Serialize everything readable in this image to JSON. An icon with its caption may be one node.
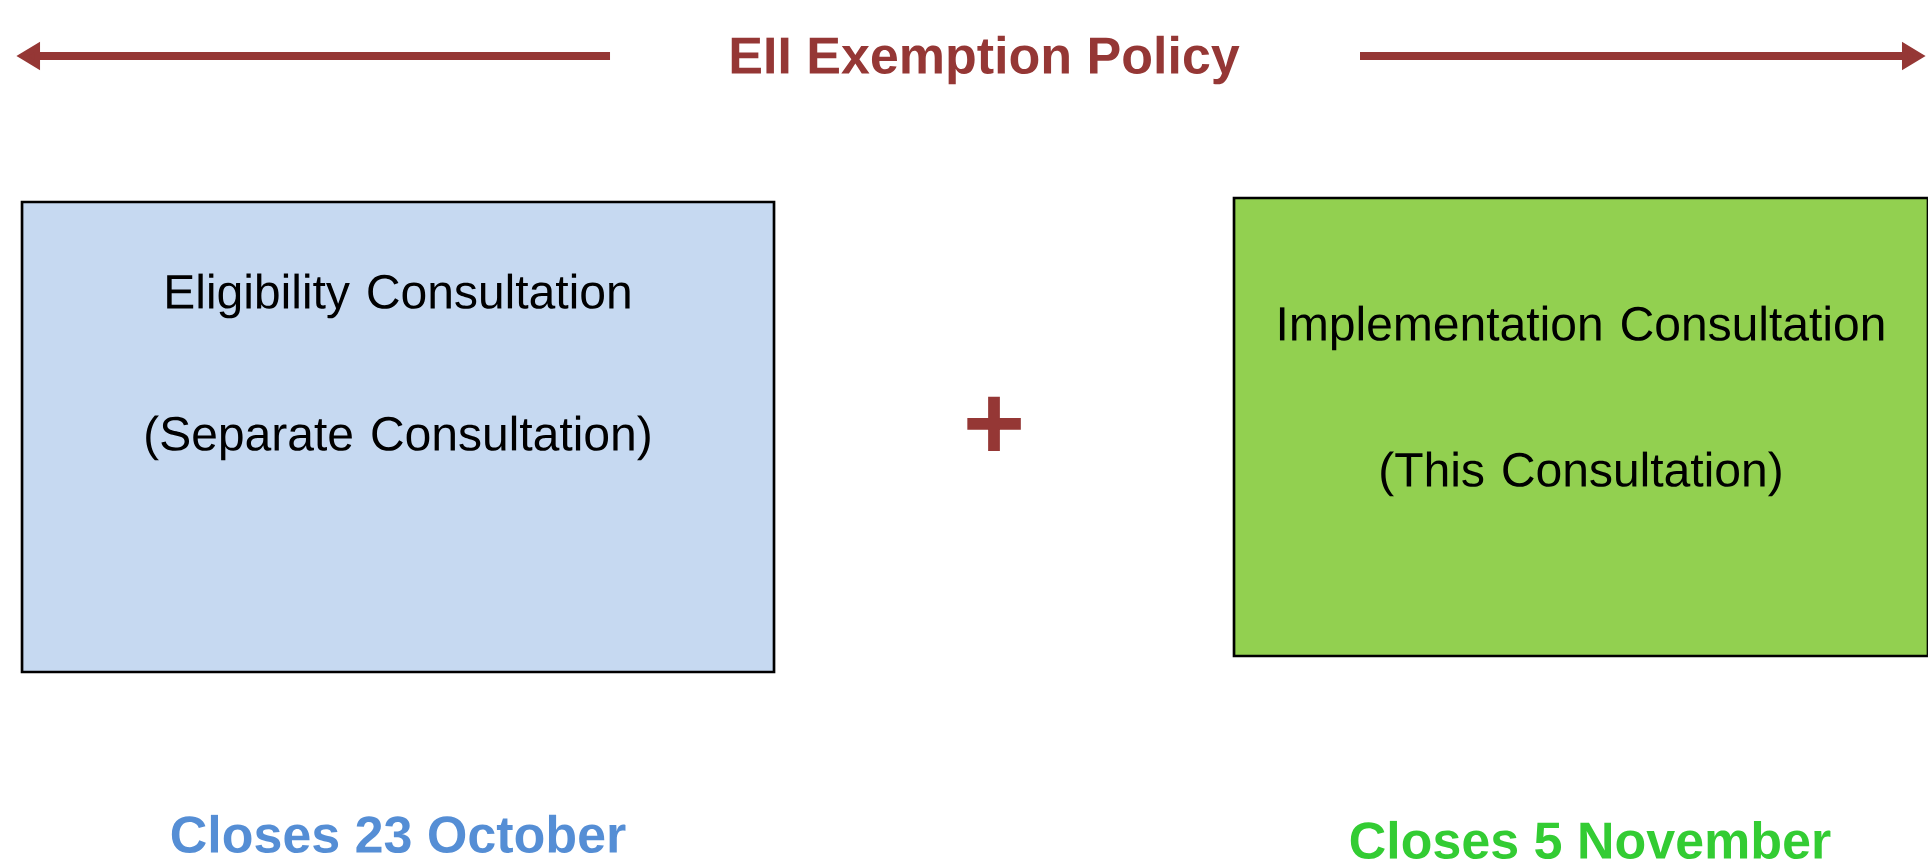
{
  "diagram": {
    "title": "EII Exemption Policy",
    "nodes": [
      {
        "text": [
          "Eligibility Consultation",
          "(Separate Consultation)"
        ],
        "beside": [
          "Closes 23 October"
        ]
      },
      {
        "text": [
          "Implementation Consultation",
          "(This Consultation)"
        ],
        "beside": [
          "Closes 5 November"
        ]
      }
    ],
    "labels": [
      "+"
    ]
  }
}
